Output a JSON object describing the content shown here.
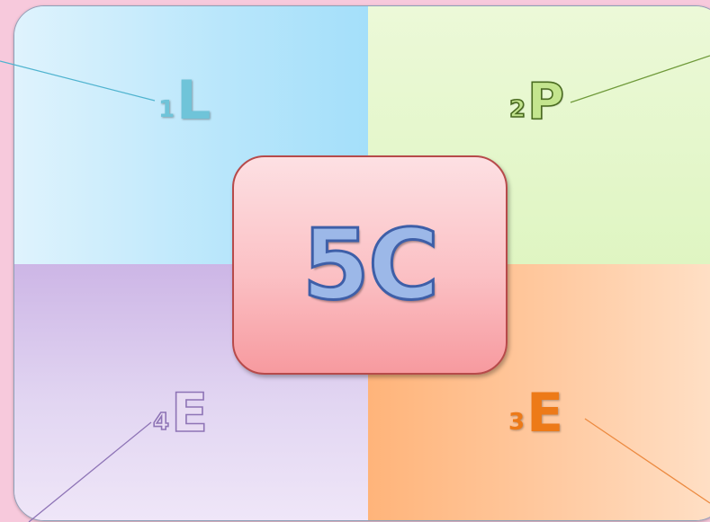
{
  "center": {
    "text": "5C"
  },
  "quadrants": [
    {
      "id": "top-left",
      "number": "1",
      "letter": "L",
      "color": "#6fc4d9"
    },
    {
      "id": "top-right",
      "number": "2",
      "letter": "P",
      "color": "#c4e58e"
    },
    {
      "id": "bottom-right",
      "number": "3",
      "letter": "E",
      "color": "#ed7a18"
    },
    {
      "id": "bottom-left",
      "number": "4",
      "letter": "E",
      "color": "#e8dcf3"
    }
  ],
  "colors": {
    "background": "#f7c9dc",
    "center_box": "#fbc0c4",
    "center_text": "#9cb8e8"
  }
}
